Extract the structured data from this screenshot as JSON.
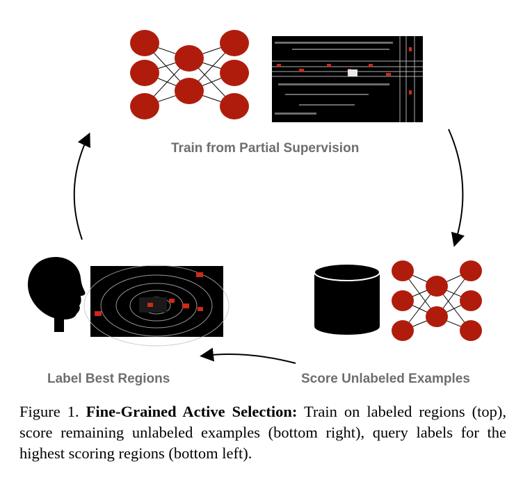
{
  "stages": {
    "top": "Train from Partial Supervision",
    "bottom_left": "Label Best Regions",
    "bottom_right": "Score Unlabeled Examples"
  },
  "caption": {
    "figure_label": "Figure 1.",
    "title": "Fine-Grained Active Selection:",
    "body": "Train on labeled regions (top), score remaining unlabeled examples (bottom right), query labels for the highest scoring regions (bottom left)."
  },
  "colors": {
    "node": "#b01c0c",
    "label_text": "#6e6e6e",
    "lidar_bg": "#000000",
    "highlight_region": "#c0392b"
  },
  "icons": [
    "neural-network-icon",
    "lidar-bev-image",
    "lidar-scan-image",
    "human-head-icon",
    "database-icon",
    "cycle-arrow-icon"
  ]
}
